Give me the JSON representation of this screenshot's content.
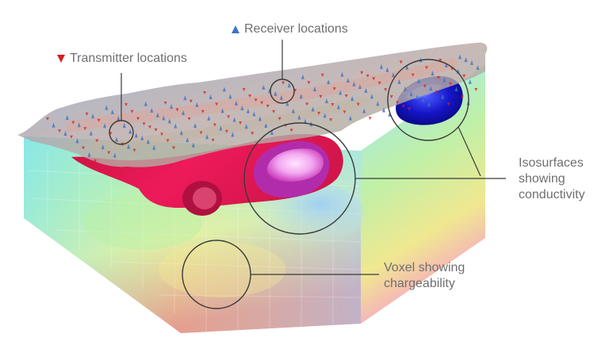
{
  "labels": {
    "transmitter": "Transmitter locations",
    "receiver": "Receiver locations",
    "isosurfaces": [
      "Isosurfaces",
      "showing",
      "conductivity"
    ],
    "voxel": [
      "Voxel showing",
      "chargeability"
    ]
  },
  "icons": {
    "transmitter_marker": "red-down-triangle",
    "receiver_marker": "blue-up-triangle"
  },
  "colors": {
    "label_text": "#6f6f6f",
    "transmitter": "#d41f1f",
    "receiver": "#3f73c6",
    "high_conductivity": "#e8185a",
    "highest_conductivity": "#f3a8f0",
    "conductive_body_blue": "#1414c8",
    "callout_line": "#3a3a3a"
  }
}
